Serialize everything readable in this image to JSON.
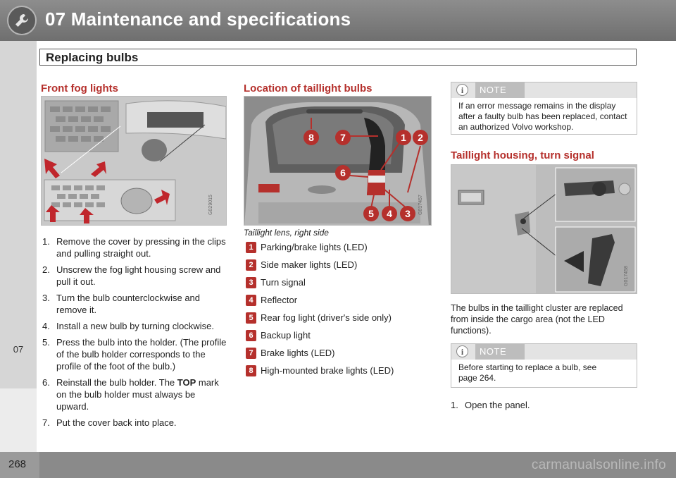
{
  "header": {
    "chapter_title": "07 Maintenance and specifications",
    "section_title": "Replacing bulbs"
  },
  "side_tab": {
    "label": "07"
  },
  "footer": {
    "page_number": "268",
    "watermark": "carmanualsonline.info"
  },
  "colors": {
    "accent": "#b5302c",
    "header_bg": "#7a7a7a",
    "note_head": "#e3e3e3"
  },
  "left_column": {
    "heading": "Front fog lights",
    "figure_code": "G029015",
    "steps": [
      {
        "num": "1.",
        "text": "Remove the cover by pressing in the clips and pulling straight out."
      },
      {
        "num": "2.",
        "text": "Unscrew the fog light housing screw and pull it out."
      },
      {
        "num": "3.",
        "text": "Turn the bulb counterclockwise and remove it."
      },
      {
        "num": "4.",
        "text": "Install a new bulb by turning clockwise."
      },
      {
        "num": "5.",
        "text": "Press the bulb into the holder. (The profile of the bulb holder corresponds to the profile of the foot of the bulb.)"
      },
      {
        "num": "6.",
        "text_before": "Reinstall the bulb holder. The ",
        "bold": "TOP",
        "text_after": " mark on the bulb holder must always be upward."
      },
      {
        "num": "7.",
        "text": "Put the cover back into place."
      }
    ]
  },
  "middle_column": {
    "heading": "Location of taillight bulbs",
    "figure_code": "G017457",
    "figure_callouts": [
      "8",
      "7",
      "1",
      "2",
      "6",
      "5",
      "4",
      "3"
    ],
    "caption": "Taillight lens, right side",
    "legend": [
      {
        "num": "1",
        "text": "Parking/brake lights (LED)"
      },
      {
        "num": "2",
        "text": "Side maker lights (LED)"
      },
      {
        "num": "3",
        "text": "Turn signal"
      },
      {
        "num": "4",
        "text": "Reflector"
      },
      {
        "num": "5",
        "text": "Rear fog light (driver's side only)"
      },
      {
        "num": "6",
        "text": "Backup light"
      },
      {
        "num": "7",
        "text": "Brake lights (LED)"
      },
      {
        "num": "8",
        "text": "High-mounted brake lights (LED)"
      }
    ]
  },
  "right_column": {
    "note1": {
      "label": "NOTE",
      "text": "If an error message remains in the display after a faulty bulb has been replaced, contact an authorized Volvo workshop."
    },
    "heading": "Taillight housing, turn signal",
    "figure_code": "G017458",
    "paragraph": "The bulbs in the taillight cluster are replaced from inside the cargo area (not the LED functions).",
    "note2": {
      "label": "NOTE",
      "text": "Before starting to replace a bulb, see page 264."
    },
    "steps": [
      {
        "num": "1.",
        "text": "Open the panel."
      }
    ]
  }
}
